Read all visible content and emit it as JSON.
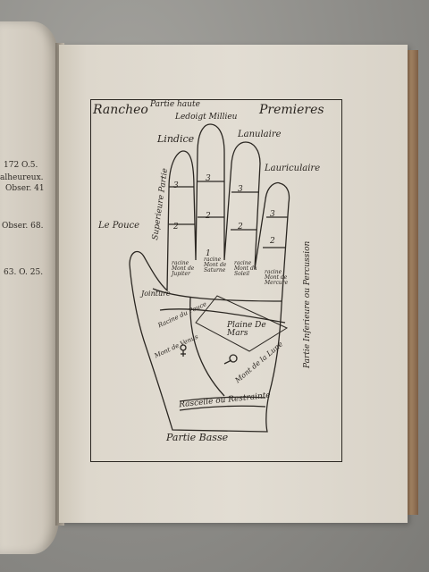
{
  "left_page": {
    "lines": [
      "172 O.5.",
      "alheureux.",
      "Obser. 41",
      "Obser. 68.",
      "63. O. 25."
    ]
  },
  "plate": {
    "title_left": "Rancheo",
    "title_top": "Partie haute",
    "title_right": "Premieres",
    "label_index": "Lindice",
    "label_middle": "Ledoigt Millieu",
    "label_annular": "Lanulaire",
    "label_auricular": "Lauriculaire",
    "label_thumb": "Le Pouce",
    "label_superior": "Superieure Partie",
    "label_inferior": "Partie Inferieure ou Percussion",
    "label_bottom": "Partie Basse",
    "label_rascelle": "Rascelle ou Restrainte",
    "label_plain_mars": "Plaine De Mars",
    "label_mont_lune": "Mont de la Lune",
    "label_mont_venus": "Mont de Venus",
    "label_racine_pouce": "Racine du Pouce",
    "label_jointure": "Jointure",
    "mount_labels": [
      "racine Mont de Jupiter",
      "racine Mont de Saturne",
      "racine Mont du Soleil",
      "racine Mont de Mercure"
    ],
    "phalanx_numbers": [
      "3",
      "2",
      "1"
    ]
  }
}
